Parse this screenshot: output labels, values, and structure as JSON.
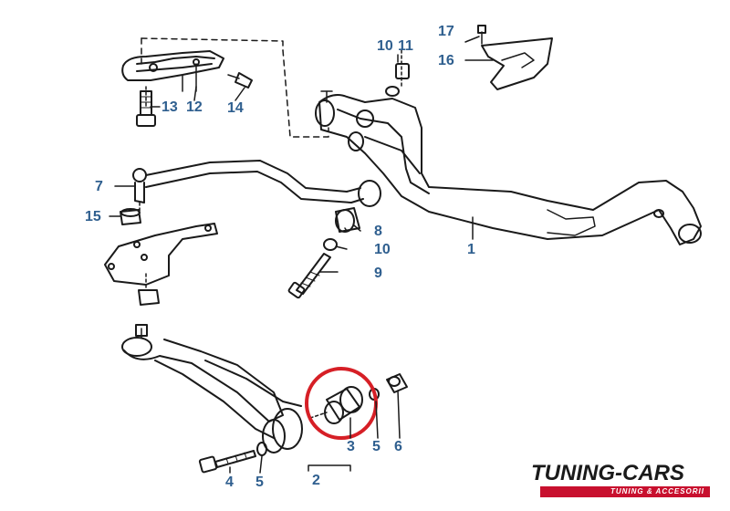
{
  "callouts": {
    "c1": "1",
    "c2": "2",
    "c3": "3",
    "c4": "4",
    "c5a": "5",
    "c5b": "5",
    "c6": "6",
    "c7": "7",
    "c8": "8",
    "c9": "9",
    "c10a": "10",
    "c10b": "10",
    "c11": "11",
    "c12": "12",
    "c13": "13",
    "c14": "14",
    "c15": "15",
    "c16": "16",
    "c17": "17"
  },
  "brand": {
    "name": "TUNING-CARS",
    "tagline": "TUNING & ACCESORII"
  },
  "colors": {
    "label": "#2f5f8f",
    "highlight_circle": "#d61f26",
    "brand_red": "#c8102e",
    "line": "#1a1a1a"
  }
}
